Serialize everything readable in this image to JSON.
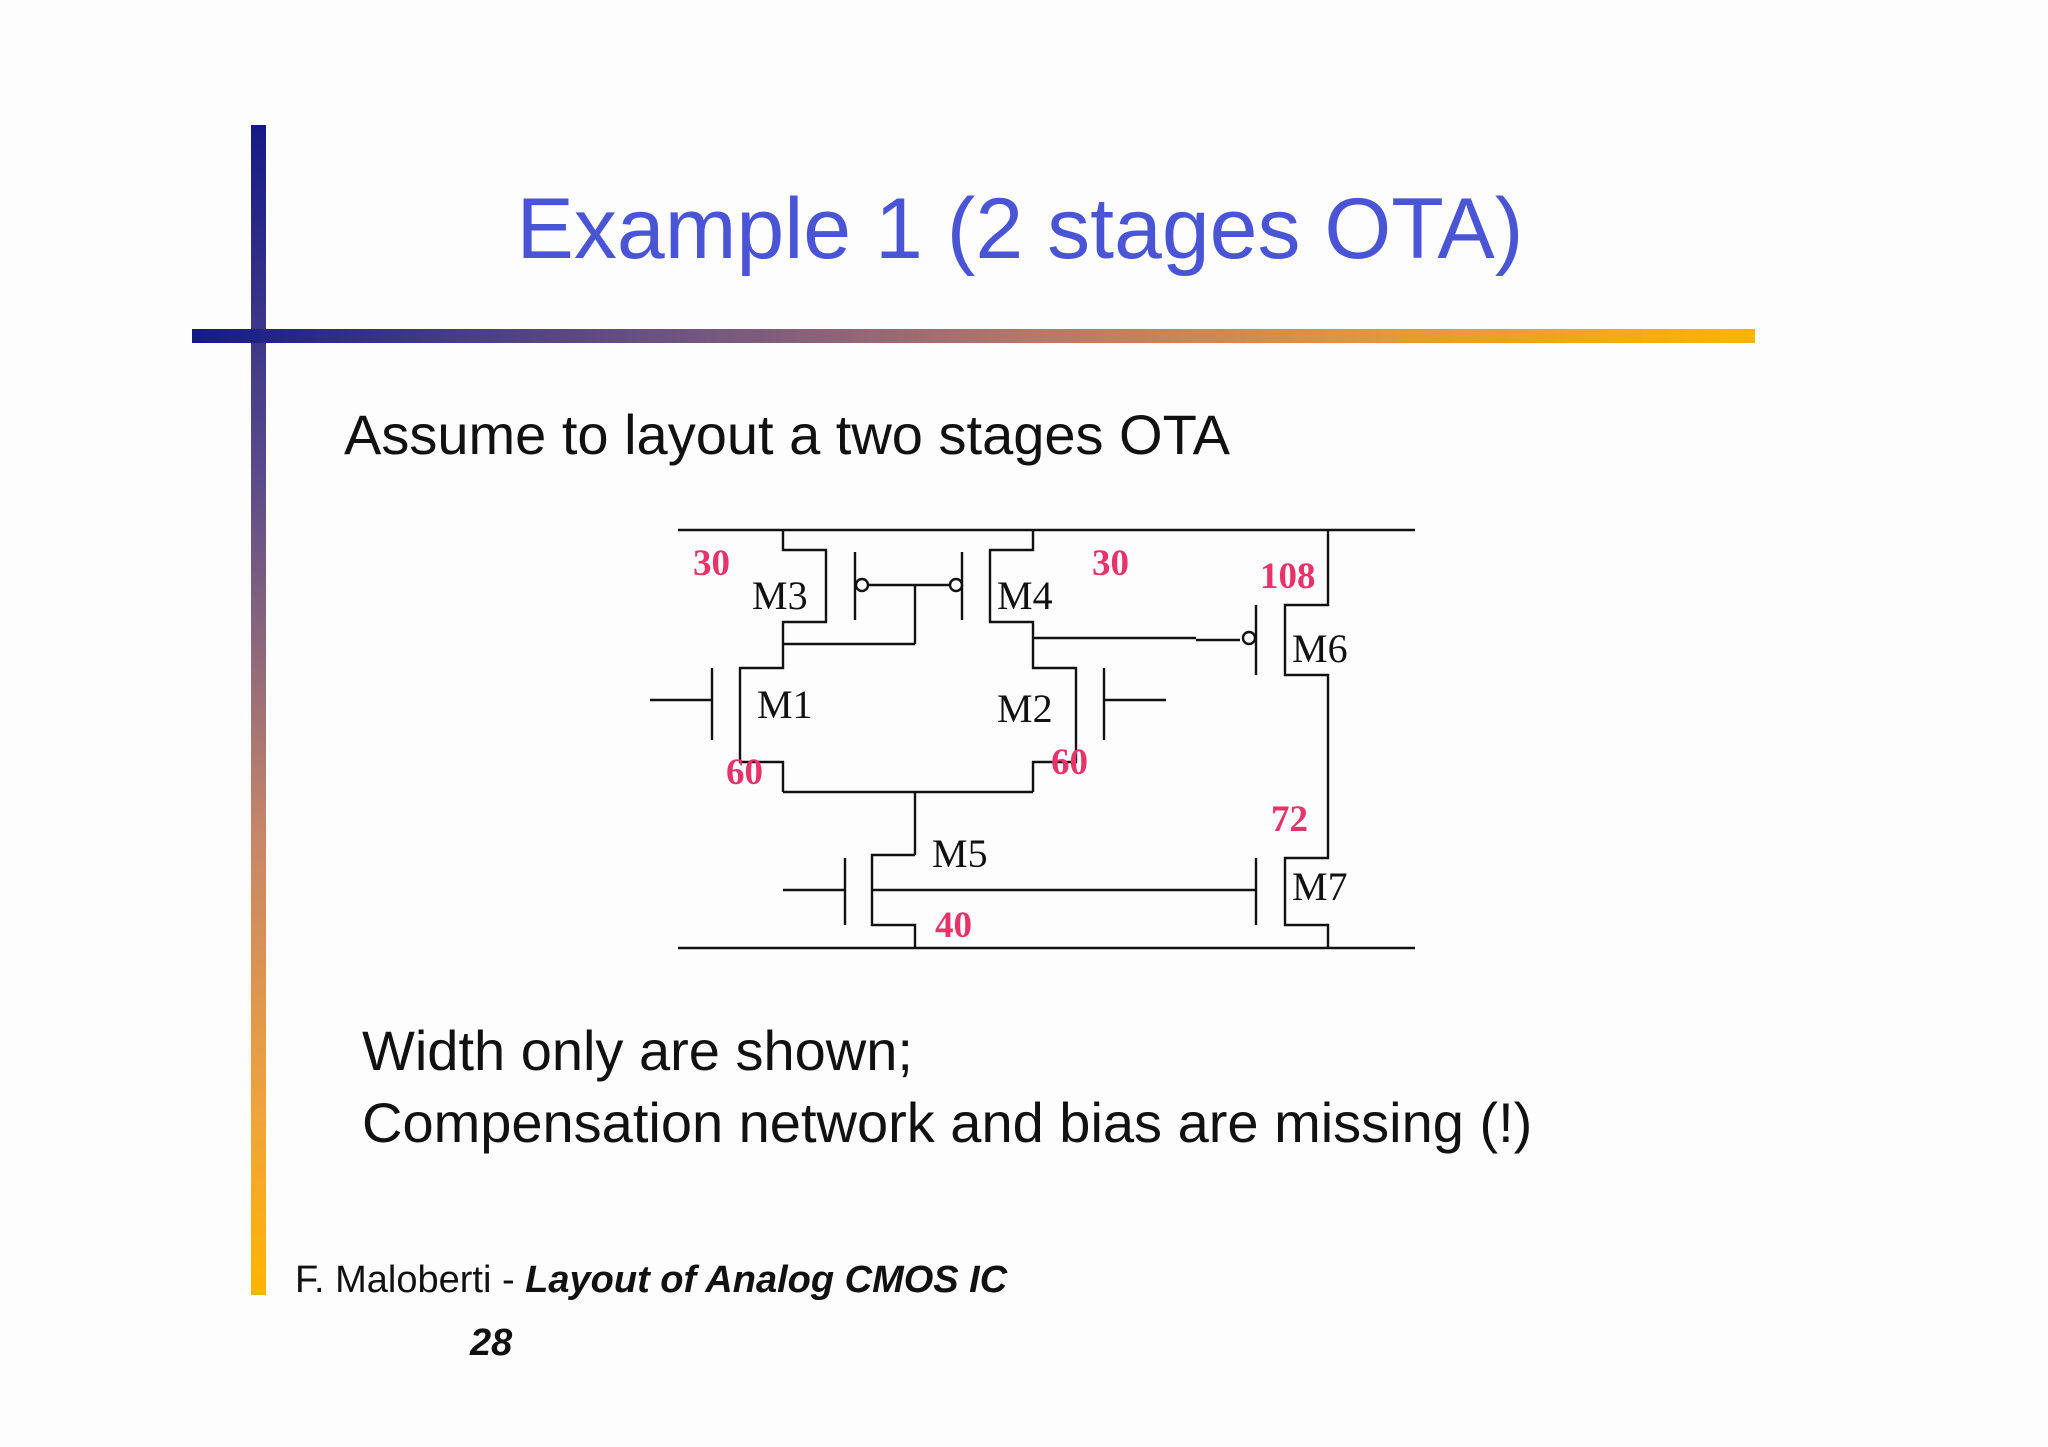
{
  "slide": {
    "title": "Example 1 (2 stages OTA)",
    "subtitle": "Assume to layout a two stages OTA",
    "notes": [
      "Width only are shown;",
      "Compensation network and bias are missing (!)"
    ],
    "footer": {
      "author": "F. Maloberti - ",
      "book_title": "Layout of Analog CMOS IC"
    },
    "page_number": "28"
  },
  "circuit": {
    "devices": {
      "m1": {
        "name": "M1",
        "width": "60"
      },
      "m2": {
        "name": "M2",
        "width": "60"
      },
      "m3": {
        "name": "M3",
        "width": "30"
      },
      "m4": {
        "name": "M4",
        "width": "30"
      },
      "m5": {
        "name": "M5",
        "width": "40"
      },
      "m6": {
        "name": "M6",
        "width": "108"
      },
      "m7": {
        "name": "M7",
        "width": "72"
      }
    },
    "colors": {
      "wire": "#111111",
      "width_label": "#e8336a"
    }
  },
  "colors": {
    "title": "#4a55d6",
    "bar_start": "#141a86",
    "bar_end": "#ffb400"
  }
}
